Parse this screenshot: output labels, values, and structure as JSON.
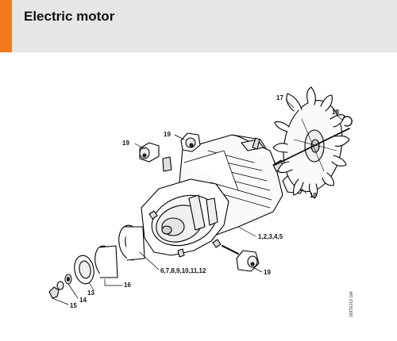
{
  "header": {
    "title": "Electric motor",
    "accent_color": "#f37a1f",
    "background_color": "#e6e6e6"
  },
  "parts": {
    "p1_5": "1,2,3,4,5",
    "p6_12": "6,7,8,9,10,11,12",
    "p13": "13",
    "p14": "14",
    "p15": "15",
    "p16": "16",
    "p17": "17",
    "p18": "18",
    "p19": "19"
  },
  "drawing_code": "169TE012 GM"
}
